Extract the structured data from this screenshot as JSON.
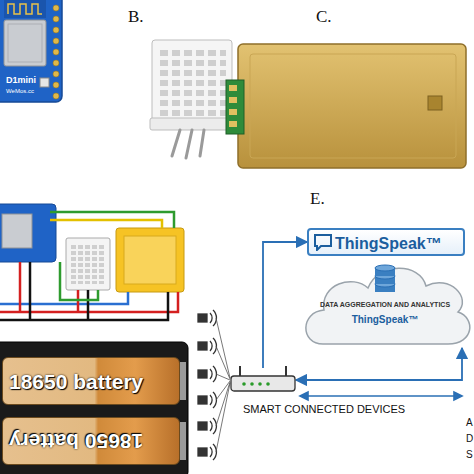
{
  "diagram": {
    "nodes": [
      {
        "text": [
          "ThingSpeak™"
        ]
      },
      {
        "text": [
          "DATA AGGREGATION AND ANALYTICS",
          "ThingSpeak™"
        ]
      },
      {
        "text": [
          "SMART CONNECTED DEVICES"
        ]
      },
      {
        "text": [
          "18650 battery"
        ]
      },
      {
        "text": [
          "18650 battery"
        ]
      }
    ],
    "edges": [
      {
        "from": 2,
        "to": 0,
        "arrow": "to"
      },
      {
        "from": 2,
        "to": 1,
        "arrow": "both"
      }
    ],
    "labels": [
      "B.",
      "C.",
      "E.",
      "D1mini",
      "WeMos.cc",
      "A",
      "D",
      "S"
    ]
  }
}
